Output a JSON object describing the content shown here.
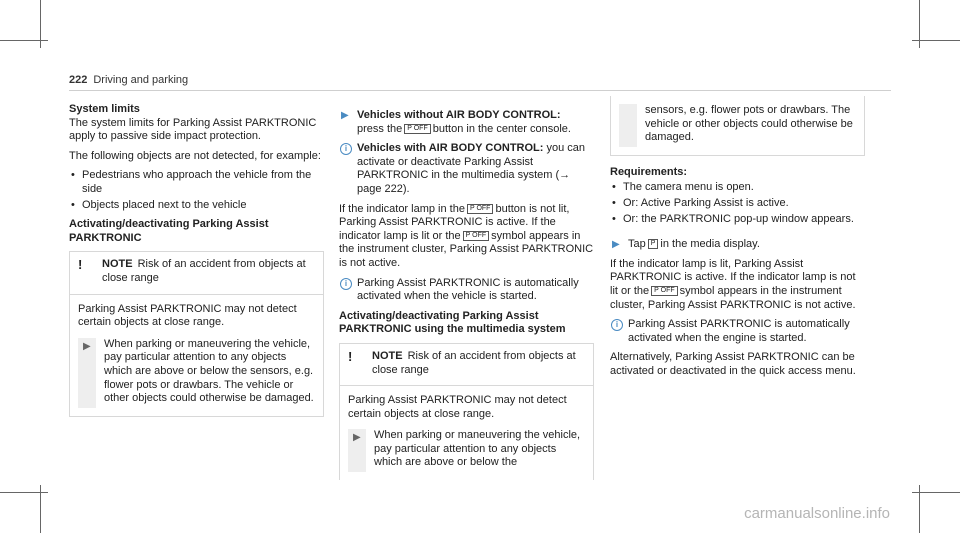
{
  "header": {
    "page_number": "222",
    "section": "Driving and parking"
  },
  "icons": {
    "p_button": "P OFF",
    "p_symbol": "P"
  },
  "col1": {
    "title": "System limits",
    "intro": "The system limits for Parking Assist PARKTRONIC apply to passive side impact protection.",
    "not_detected": "The following objects are not detected, for example:",
    "bullets": [
      "Pedestrians who approach the vehicle from the side",
      "Objects placed next to the vehicle"
    ],
    "heading2": "Activating/deactivating Parking Assist PARKTRONIC",
    "note": {
      "label": "NOTE",
      "risk": "Risk of an accident from objects at close range",
      "body": "Parking Assist PARKTRONIC may not detect certain objects at close range.",
      "step": "When parking or maneuvering the vehicle, pay particular attention to any objects which are above or below the sensors, e.g. flower pots or drawbars. The vehicle or other objects could otherwise be damaged."
    }
  },
  "col2": {
    "h_without": "Vehicles without AIR BODY CONTROL:",
    "press_pre": "press the",
    "press_post": "button in the center console.",
    "h_with": "Vehicles with AIR BODY CONTROL:",
    "with_text": "you can activate or deactivate Parking Assist PARKTRONIC in the multimedia system (→ page 222).",
    "indicator_pre": "If the indicator lamp in the",
    "indicator_mid": "button is not lit, Parking Assist PARKTRONIC is active. If the indicator lamp is lit or the",
    "indicator_post": "symbol appears in the instrument cluster, Parking Assist PARKTRONIC is not active.",
    "info": "Parking Assist PARKTRONIC is automatically activated when the vehicle is started.",
    "heading": "Activating/deactivating Parking Assist PARKTRONIC using the multimedia system",
    "note": {
      "label": "NOTE",
      "risk": "Risk of an accident from objects at close range",
      "body": "Parking Assist PARKTRONIC may not detect certain objects at close range.",
      "step": "When parking or maneuvering the vehicle, pay particular attention to any objects which are above or below the"
    }
  },
  "col3": {
    "cont": "sensors, e.g. flower pots or drawbars. The vehicle or other objects could otherwise be damaged.",
    "req_title": "Requirements:",
    "requirements": [
      "The camera menu is open.",
      "Or: Active Parking Assist is active.",
      "Or: the PARKTRONIC pop-up window appears."
    ],
    "tap_pre": "Tap",
    "tap_post": "in the media display.",
    "indicator_pre": "If the indicator lamp is lit, Parking Assist PARKTRONIC is active. If the indicator lamp is not lit or the",
    "indicator_post": "symbol appears in the instrument cluster, Parking Assist PARKTRONIC is not active.",
    "info": "Parking Assist PARKTRONIC is automatically activated when the engine is started.",
    "alternative": "Alternatively, Parking Assist PARKTRONIC can be activated or deactivated in the quick access menu."
  },
  "watermark": "carmanualsonline.info"
}
